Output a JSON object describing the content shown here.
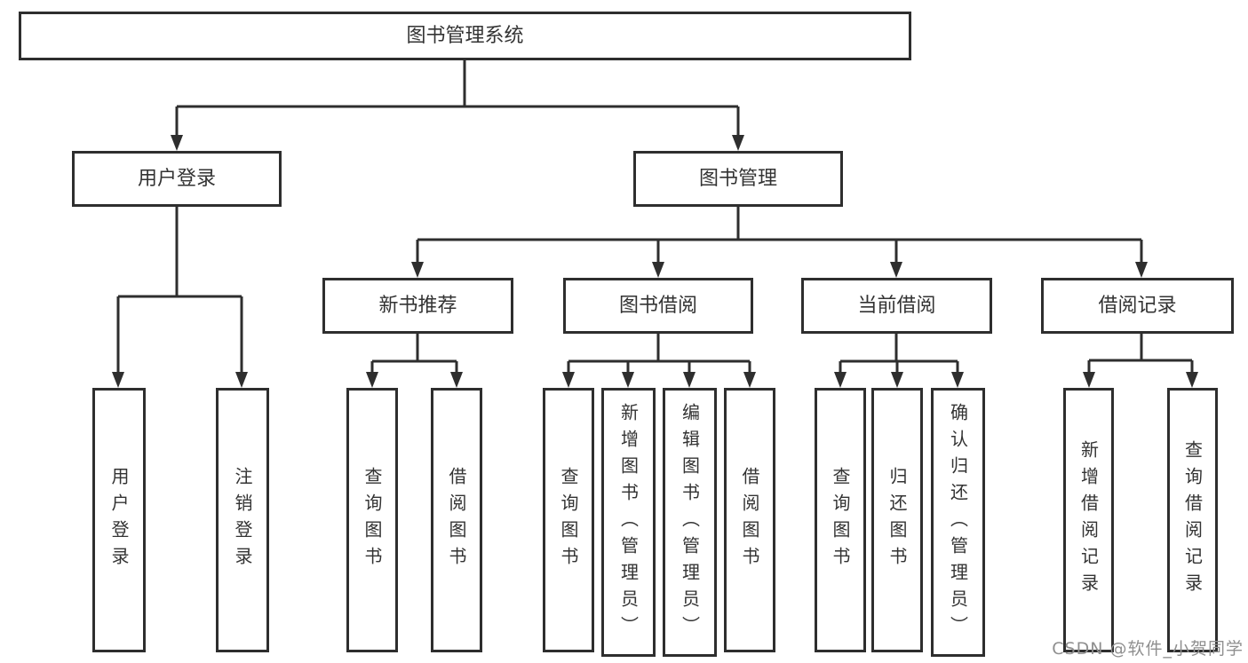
{
  "colors": {
    "line": "#2e2e2e",
    "border": "#2e2e2e",
    "text": "#333333",
    "background": "#ffffff",
    "watermark": "#8f8f8f"
  },
  "watermark": "CSDN @软件_小贺同学",
  "tree": {
    "label": "图书管理系统",
    "children": [
      {
        "label": "用户登录",
        "children": [
          {
            "label": "用户登录"
          },
          {
            "label": "注销登录"
          }
        ]
      },
      {
        "label": "图书管理",
        "children": [
          {
            "label": "新书推荐",
            "children": [
              {
                "label": "查询图书"
              },
              {
                "label": "借阅图书"
              }
            ]
          },
          {
            "label": "图书借阅",
            "children": [
              {
                "label": "查询图书"
              },
              {
                "label": "新增图书（管理员）"
              },
              {
                "label": "编辑图书（管理员）"
              },
              {
                "label": "借阅图书"
              }
            ]
          },
          {
            "label": "当前借阅",
            "children": [
              {
                "label": "查询图书"
              },
              {
                "label": "归还图书"
              },
              {
                "label": "确认归还（管理员）"
              }
            ]
          },
          {
            "label": "借阅记录",
            "children": [
              {
                "label": "新增借阅记录"
              },
              {
                "label": "查询借阅记录"
              }
            ]
          }
        ]
      }
    ]
  }
}
